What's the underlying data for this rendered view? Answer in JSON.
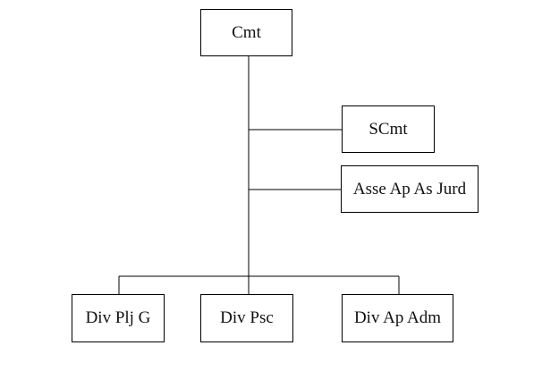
{
  "org_chart": {
    "top": {
      "label": "Cmt"
    },
    "staff": [
      {
        "label": "SCmt"
      },
      {
        "label": "Asse Ap As Jurd"
      }
    ],
    "divisions": [
      {
        "label": "Div Plj G"
      },
      {
        "label": "Div Psc"
      },
      {
        "label": "Div Ap Adm"
      }
    ]
  },
  "colors": {
    "line": "#000000",
    "box_border": "#000000",
    "background": "#ffffff"
  }
}
